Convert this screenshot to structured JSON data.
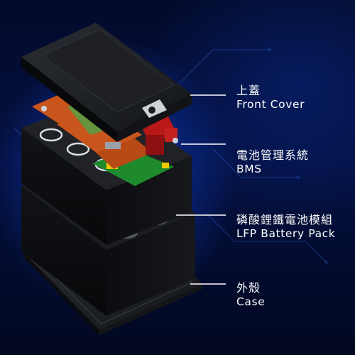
{
  "labels": {
    "front_cover": {
      "zh": "上蓋",
      "en": "Front Cover"
    },
    "bms": {
      "zh": "電池管理系統",
      "en": "BMS"
    },
    "battery_pack": {
      "zh": "磷酸鋰鐵電池模組",
      "en": "LFP Battery Pack"
    },
    "case": {
      "zh": "外殼",
      "en": "Case"
    }
  },
  "colors": {
    "background": "#02081f",
    "glow": "#1e6eff",
    "pcb_orange": "#c8551c",
    "pcb_green": "#1f8a2c",
    "connector_red": "#b81818",
    "text": "#ffffff"
  }
}
